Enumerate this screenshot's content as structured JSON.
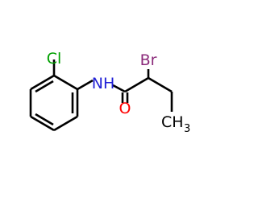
{
  "molecule": {
    "atoms": {
      "cl": {
        "text": "Cl",
        "color": "#00a000"
      },
      "br": {
        "text": "Br",
        "color": "#8b2a7a"
      },
      "nh": {
        "text": "NH",
        "color": "#1f1fd6"
      },
      "o": {
        "text": "O",
        "color": "#ff0000"
      },
      "ch3": {
        "text": "CH",
        "subscript": "3",
        "color": "#000000"
      }
    }
  }
}
